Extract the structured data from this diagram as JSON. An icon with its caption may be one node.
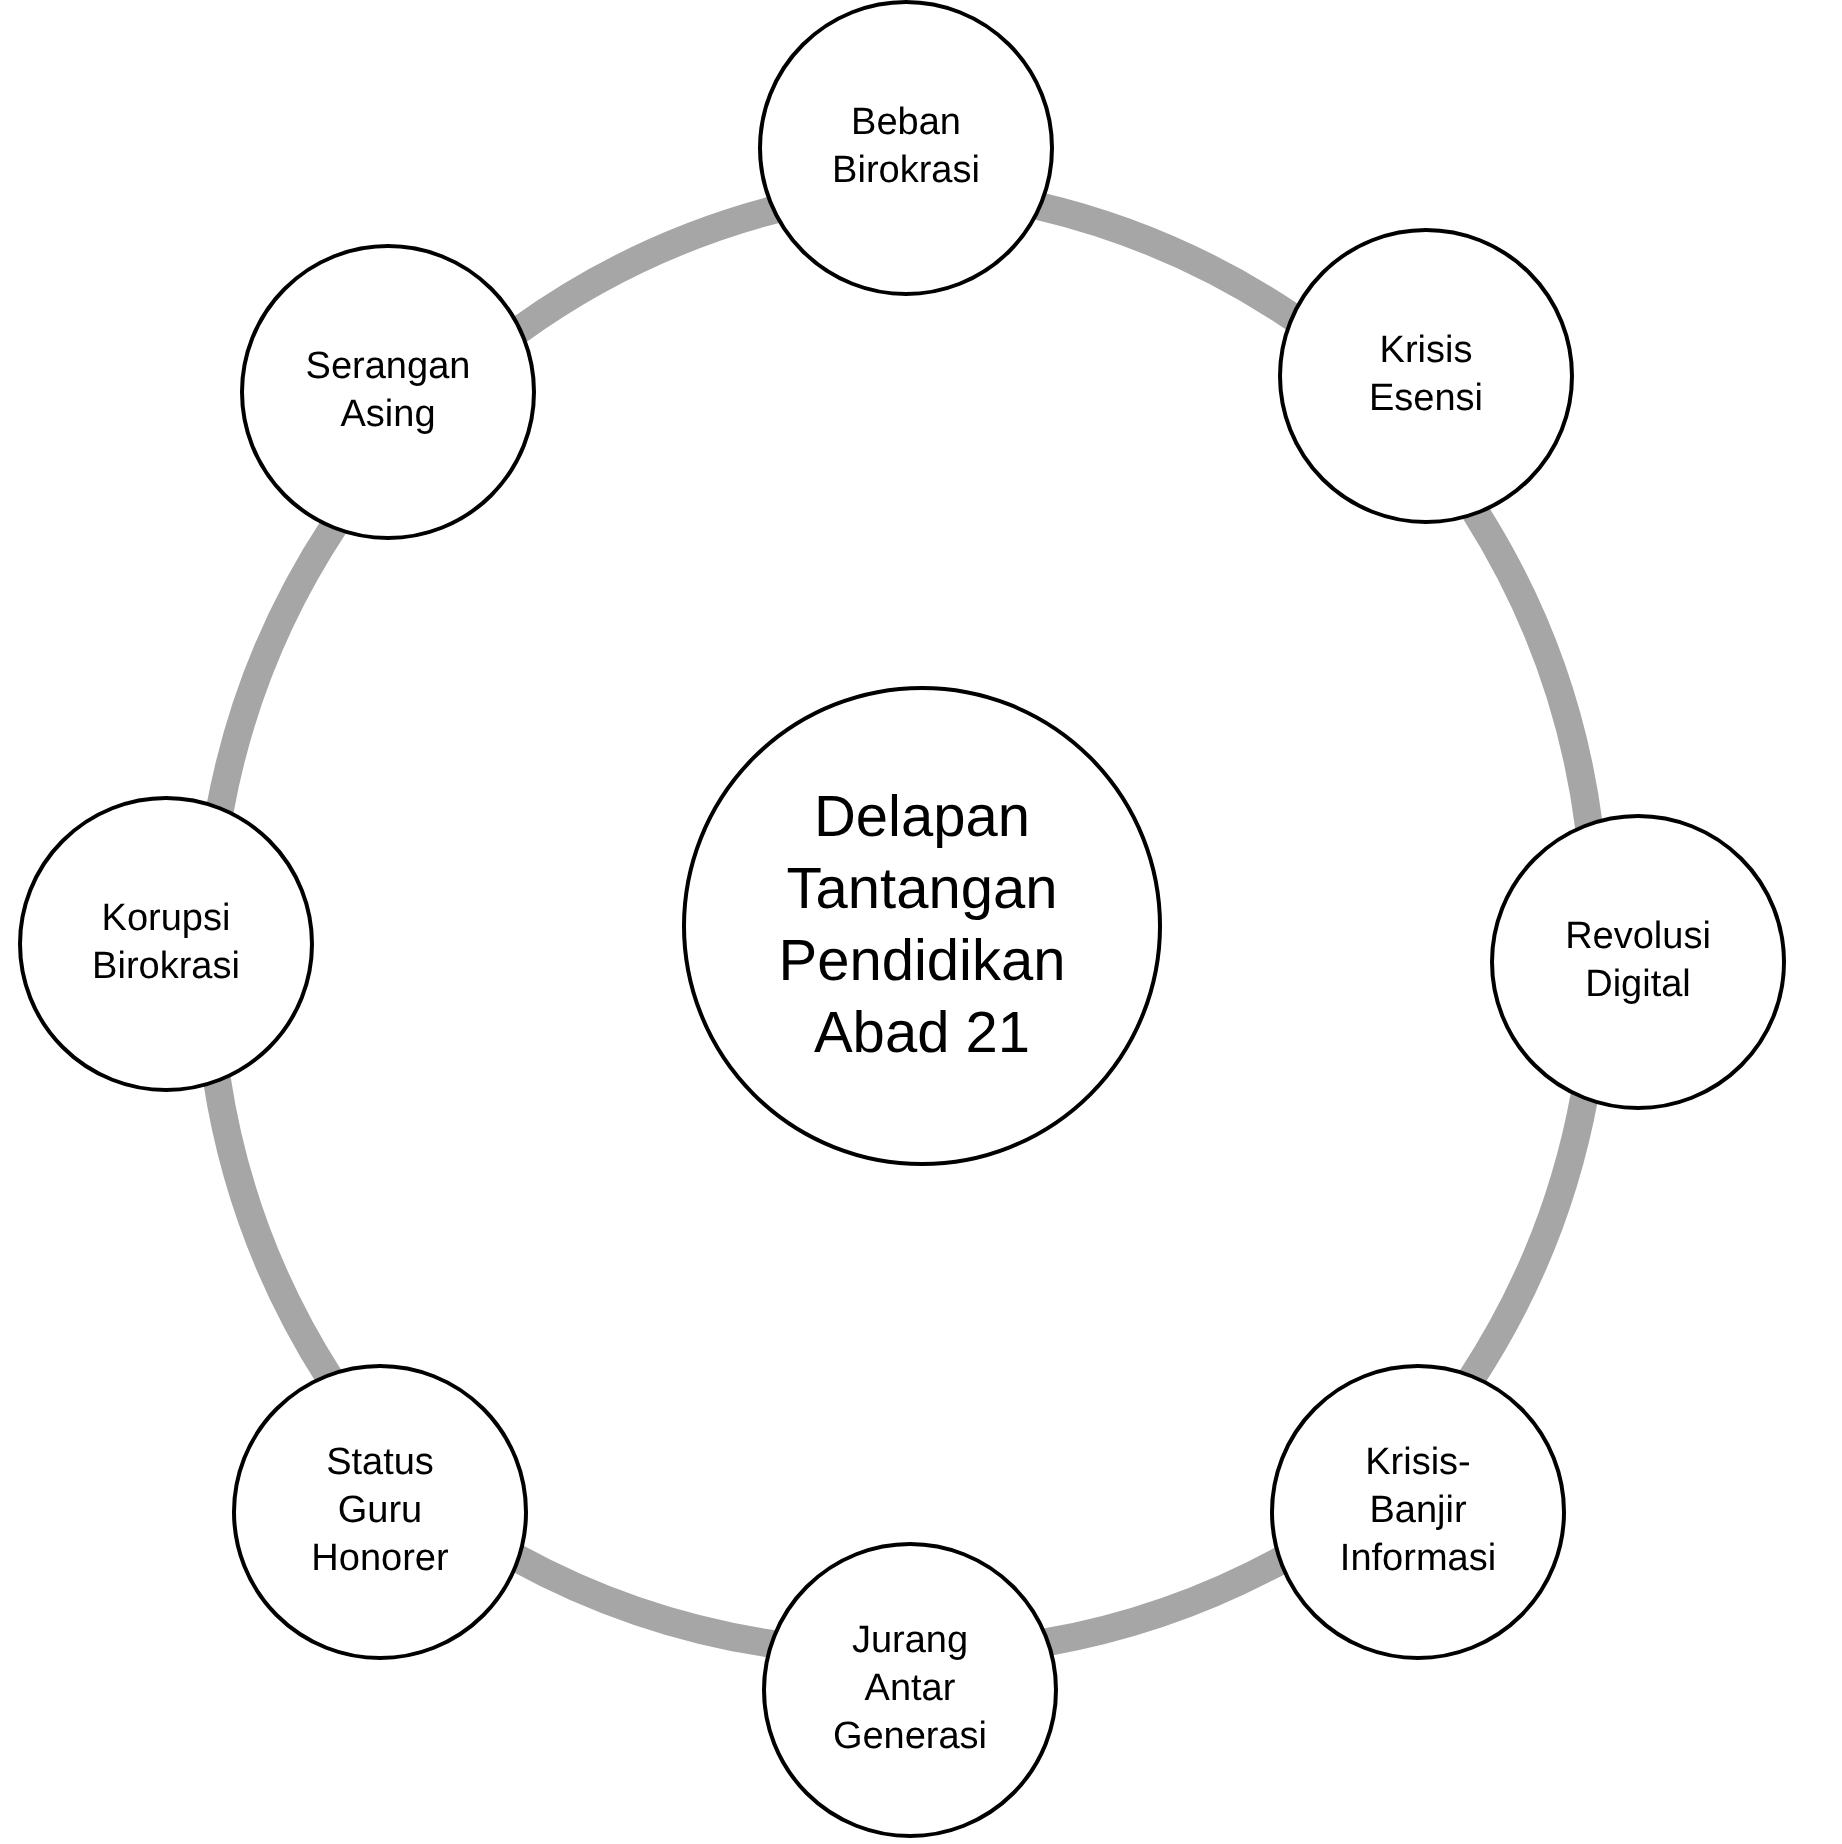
{
  "diagram": {
    "nodes": [
      {
        "text": [
          "Delapan Tantangan Pendidikan Abad 21"
        ]
      },
      {
        "text": [
          "Beban Birokrasi"
        ]
      },
      {
        "text": [
          "Krisis Esensi"
        ]
      },
      {
        "text": [
          "Revolusi Digital"
        ]
      },
      {
        "text": [
          "Krisis-Banjir Informasi"
        ]
      },
      {
        "text": [
          "Jurang Antar Generasi"
        ]
      },
      {
        "text": [
          "Status Guru Honorer"
        ]
      },
      {
        "text": [
          "Korupsi Birokrasi"
        ]
      },
      {
        "text": [
          "Serangan Asing"
        ]
      }
    ],
    "edges": [
      {
        "from": 1,
        "to": 2,
        "arrow": "none"
      },
      {
        "from": 2,
        "to": 3,
        "arrow": "none"
      },
      {
        "from": 3,
        "to": 4,
        "arrow": "none"
      },
      {
        "from": 4,
        "to": 5,
        "arrow": "none"
      },
      {
        "from": 5,
        "to": 6,
        "arrow": "none"
      },
      {
        "from": 6,
        "to": 7,
        "arrow": "none"
      },
      {
        "from": 7,
        "to": 8,
        "arrow": "none"
      },
      {
        "from": 8,
        "to": 1,
        "arrow": "none"
      }
    ]
  }
}
